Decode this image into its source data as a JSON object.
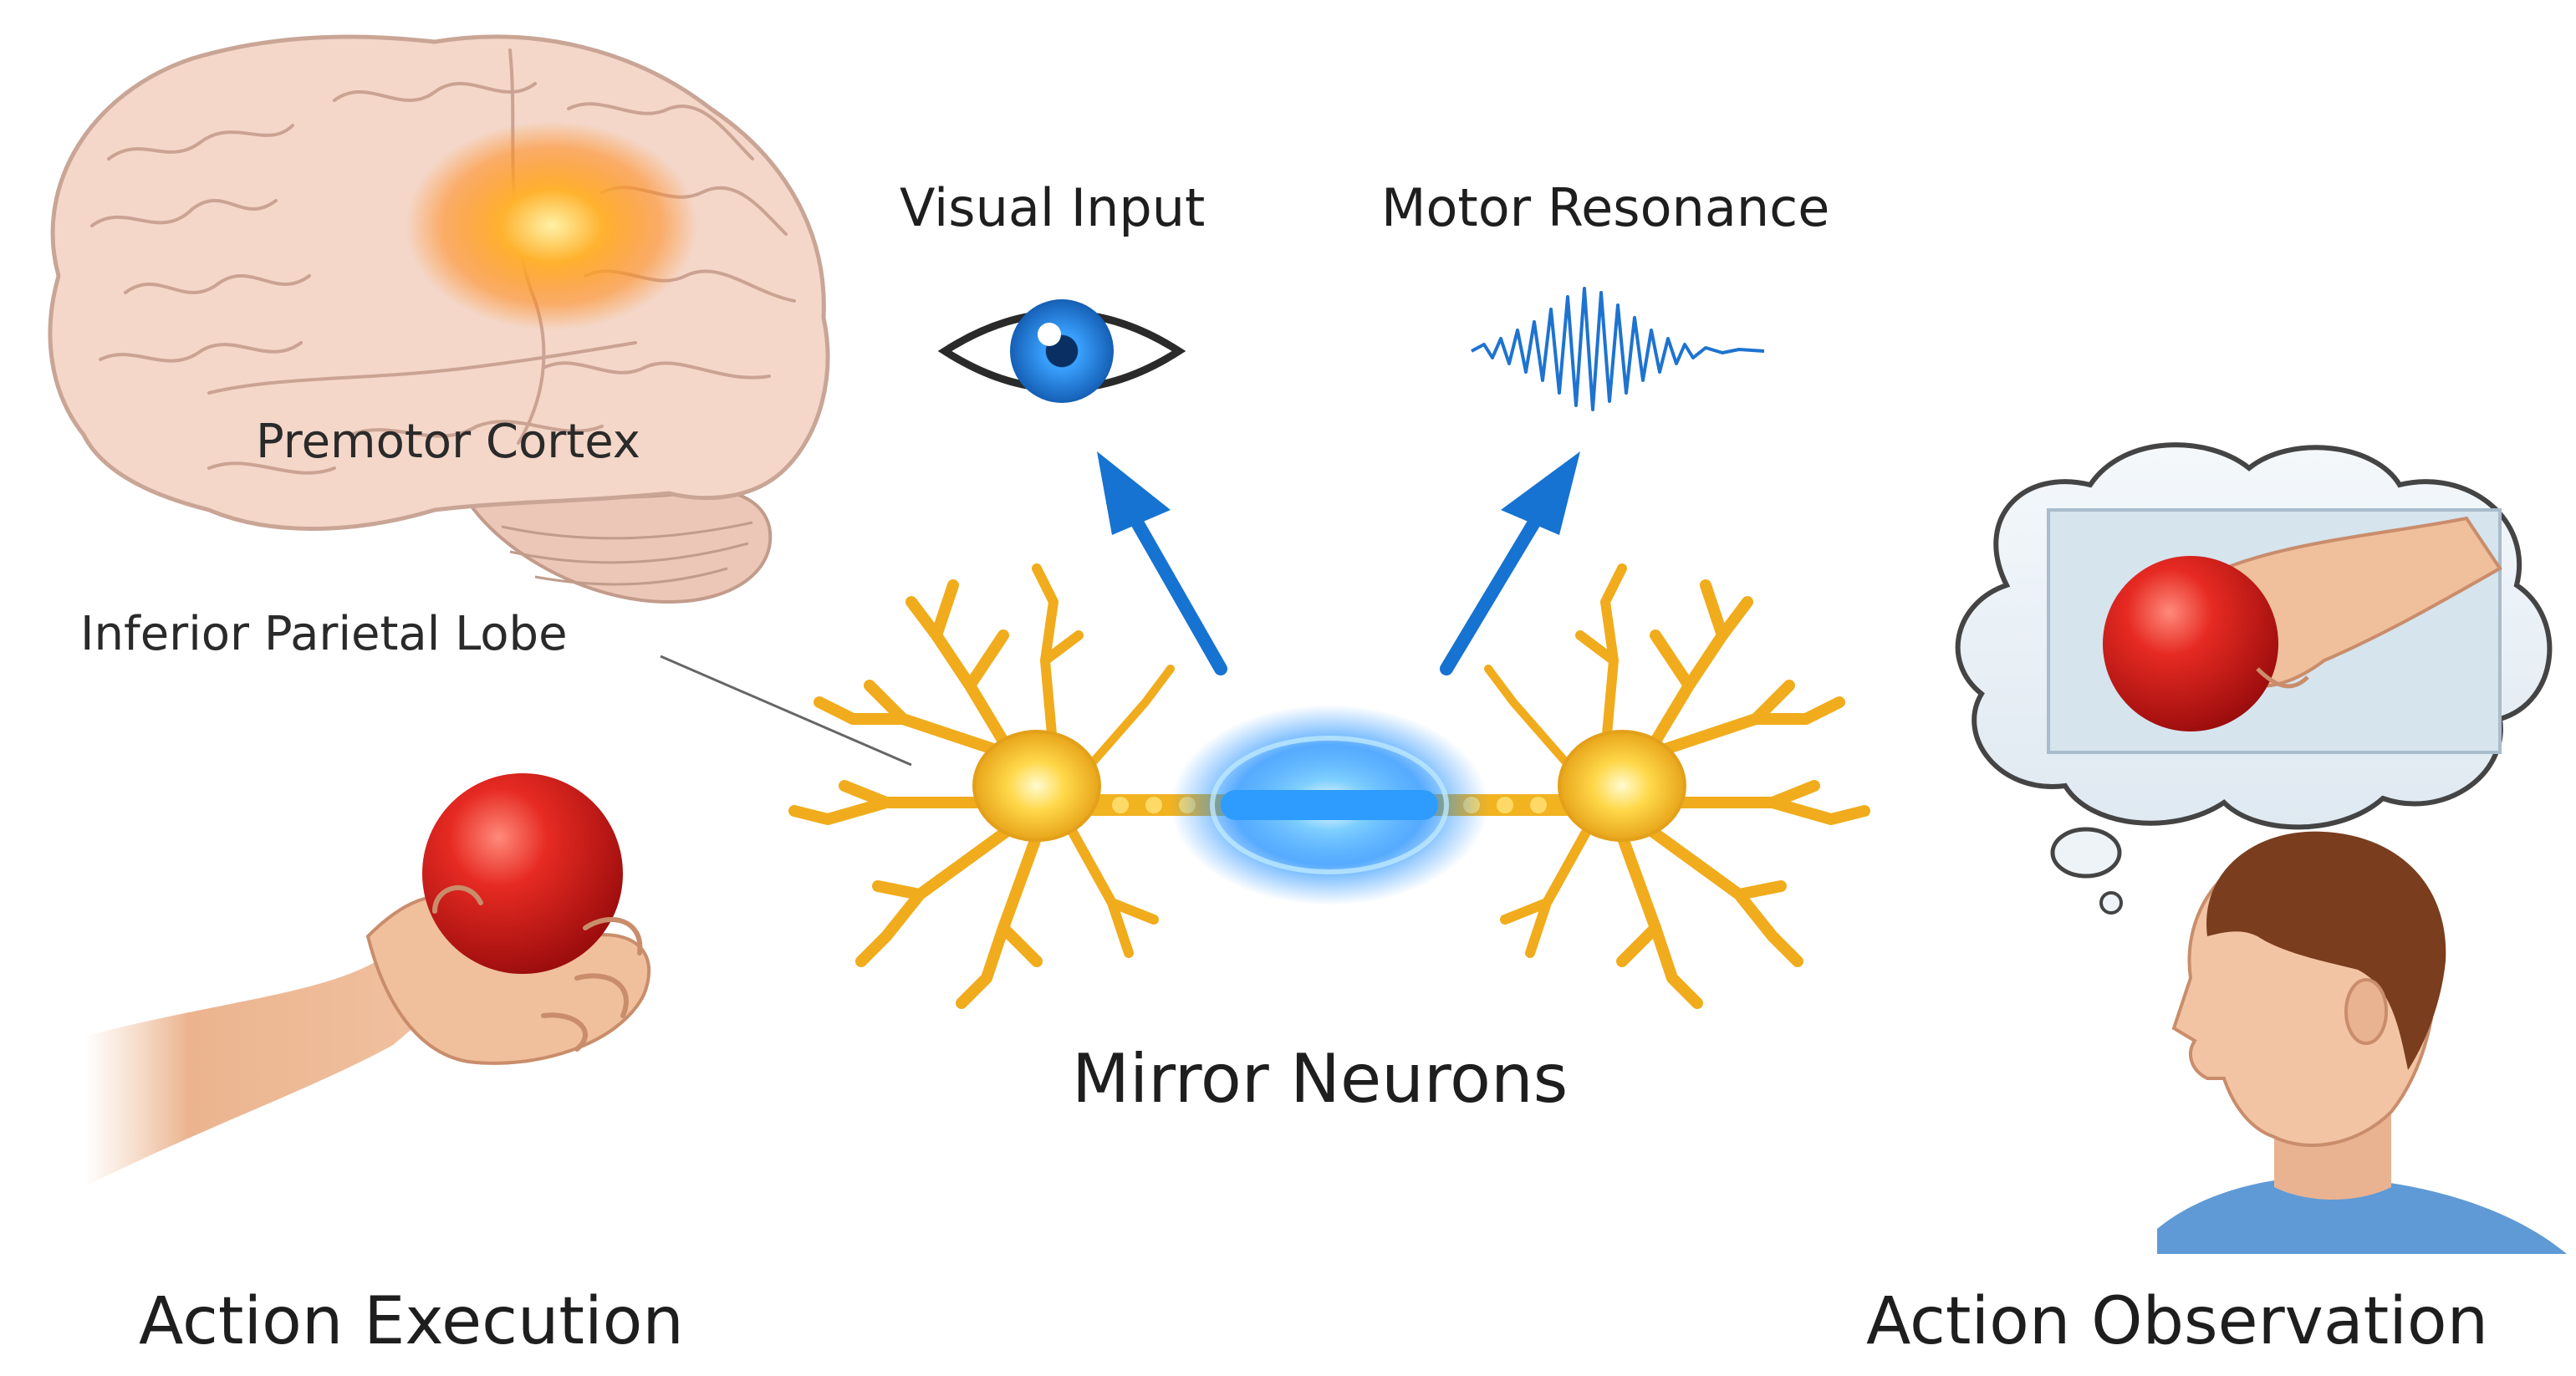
{
  "labels": {
    "premotor_cortex": "Premotor Cortex",
    "inferior_parietal_lobe": "Inferior Parietal Lobe",
    "visual_input": "Visual Input",
    "motor_resonance": "Motor Resonance",
    "mirror_neurons": "Mirror Neurons",
    "action_execution": "Action Execution",
    "action_observation": "Action Observation"
  },
  "icons": {
    "eye": "eye-icon",
    "waveform": "motor-wave-icon",
    "arrow": "blue-arrow-icon"
  },
  "colors": {
    "brain": "#f3d6c8",
    "brain_outline": "#c9a596",
    "highlight": "#ff9a1a",
    "neuron": "#f2b321",
    "synapse_glow": "#2aa8ff",
    "arrow_blue": "#1673d1",
    "iris_blue": "#1f7fd8",
    "ball_red": "#e0201e",
    "skin": "#f2c4a3",
    "hair": "#7a3d1e",
    "shirt": "#5f9ad6"
  }
}
